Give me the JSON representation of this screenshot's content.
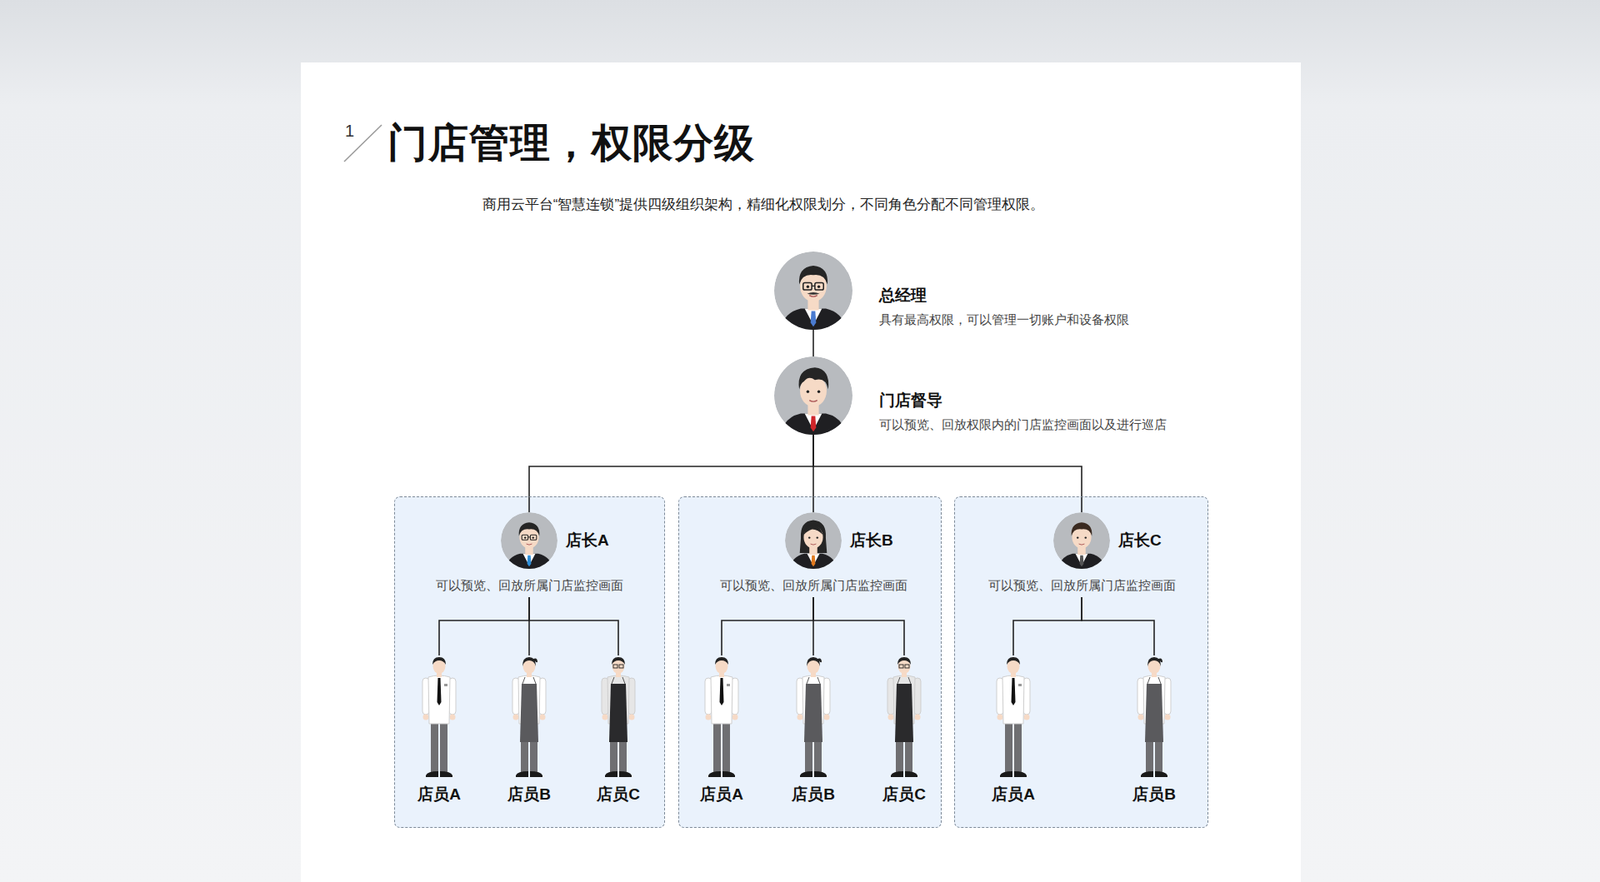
{
  "diagram": {
    "title": "门店管理，权限分级",
    "nodes": [
      {
        "text": [
          "总经理",
          "具有最高权限，可以管理一切账户和设备权限"
        ]
      },
      {
        "text": [
          "门店督导",
          "可以预览、回放权限内的门店监控画面以及进行巡店"
        ]
      },
      {
        "text": []
      },
      {
        "text": [
          "店长A",
          "可以预览、回放所属门店监控画面"
        ],
        "in": 2
      },
      {
        "text": [
          "店员A"
        ],
        "in": 2
      },
      {
        "text": [
          "店员B"
        ],
        "in": 2
      },
      {
        "text": [
          "店员C"
        ],
        "in": 2
      },
      {
        "text": []
      },
      {
        "text": [
          "店长B",
          "可以预览、回放所属门店监控画面"
        ],
        "in": 7
      },
      {
        "text": [
          "店员A"
        ],
        "in": 7
      },
      {
        "text": [
          "店员B"
        ],
        "in": 7
      },
      {
        "text": [
          "店员C"
        ],
        "in": 7
      },
      {
        "text": []
      },
      {
        "text": [
          "店长C",
          "可以预览、回放所属门店监控画面"
        ],
        "in": 12
      },
      {
        "text": [
          "店员A"
        ],
        "in": 12
      },
      {
        "text": [
          "店员B"
        ],
        "in": 12
      }
    ],
    "edges": [
      {
        "from": 0,
        "to": 1,
        "arrow": "none"
      },
      {
        "from": 1,
        "to": 3,
        "arrow": "none"
      },
      {
        "from": 1,
        "to": 8,
        "arrow": "none"
      },
      {
        "from": 1,
        "to": 13,
        "arrow": "none"
      },
      {
        "from": 3,
        "to": 4,
        "arrow": "none"
      },
      {
        "from": 3,
        "to": 5,
        "arrow": "none"
      },
      {
        "from": 3,
        "to": 6,
        "arrow": "none"
      },
      {
        "from": 8,
        "to": 9,
        "arrow": "none"
      },
      {
        "from": 8,
        "to": 10,
        "arrow": "none"
      },
      {
        "from": 8,
        "to": 11,
        "arrow": "none"
      },
      {
        "from": 13,
        "to": 14,
        "arrow": "none"
      },
      {
        "from": 13,
        "to": 15,
        "arrow": "none"
      }
    ],
    "labels": [
      "1",
      "商用云平台“智慧连锁”提供四级组织架构，精细化权限划分，不同角色分配不同管理权限。"
    ]
  }
}
